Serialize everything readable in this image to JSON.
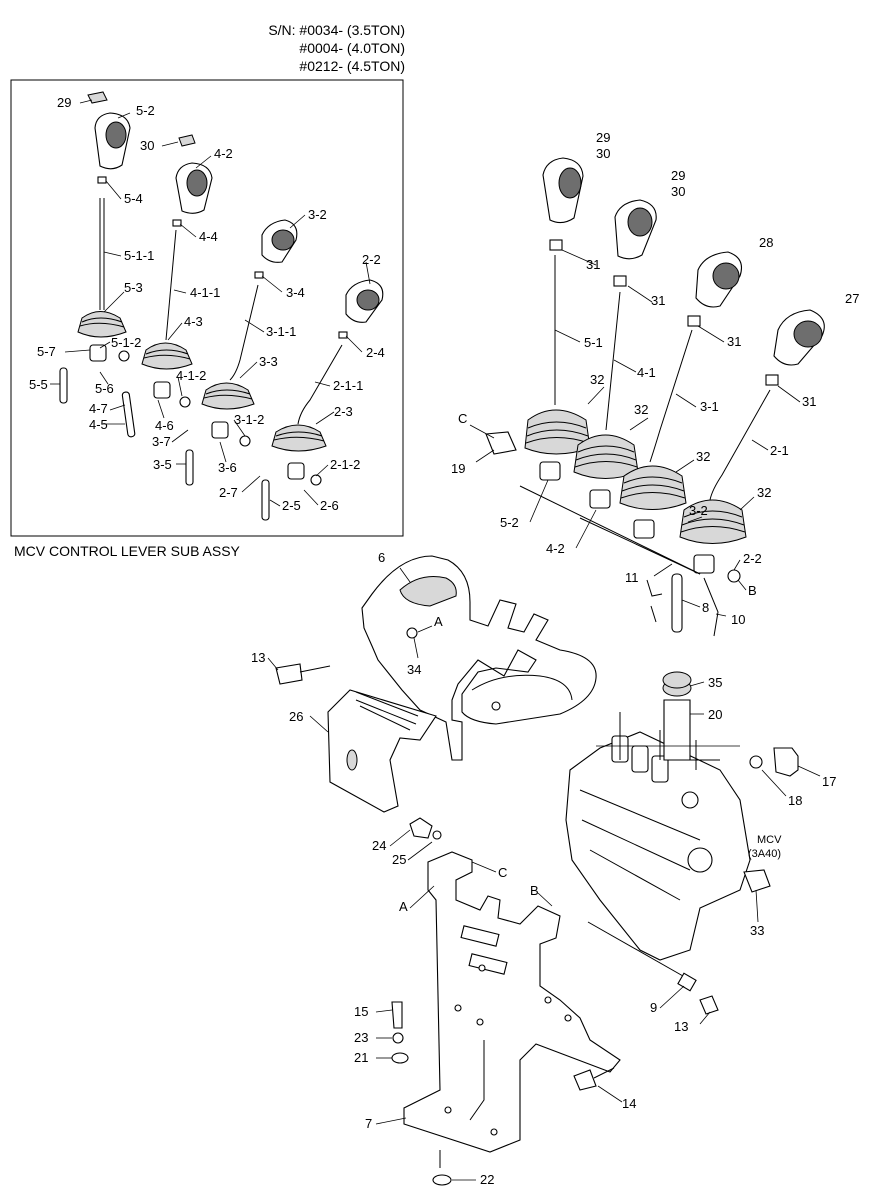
{
  "serial_numbers": [
    "S/N: #0034- (3.5TON)",
    "#0004- (4.0TON)",
    "#0212- (4.5TON)"
  ],
  "sub_assembly_caption": "MCV CONTROL LEVER SUB ASSY",
  "mcv_label": [
    "MCV",
    "(3A40)"
  ],
  "callouts": {
    "sub": [
      "29",
      "5-2",
      "30",
      "4-2",
      "5-4",
      "3-2",
      "4-4",
      "5-1-1",
      "2-2",
      "3-4",
      "4-1-1",
      "5-3",
      "4-3",
      "3-1-1",
      "5-7",
      "5-1-2",
      "2-4",
      "3-3",
      "5-5",
      "5-6",
      "4-1-2",
      "2-1-1",
      "4-7",
      "4-6",
      "4-5",
      "2-3",
      "3-7",
      "3-1-2",
      "3-5",
      "3-6",
      "2-1-2",
      "2-7",
      "2-5",
      "2-6"
    ],
    "main": [
      "29",
      "30",
      "29",
      "30",
      "28",
      "31",
      "31",
      "27",
      "5-1",
      "31",
      "4-1",
      "31",
      "32",
      "3-1",
      "32",
      "C",
      "32",
      "2-1",
      "19",
      "32",
      "3-2",
      "5-2",
      "4-2",
      "2-2",
      "11",
      "B",
      "8",
      "10",
      "6",
      "A",
      "13",
      "34",
      "35",
      "20",
      "26",
      "17",
      "18",
      "24",
      "25",
      "C",
      "A",
      "B",
      "33",
      "9",
      "13",
      "15",
      "23",
      "21",
      "14",
      "7",
      "22"
    ]
  }
}
